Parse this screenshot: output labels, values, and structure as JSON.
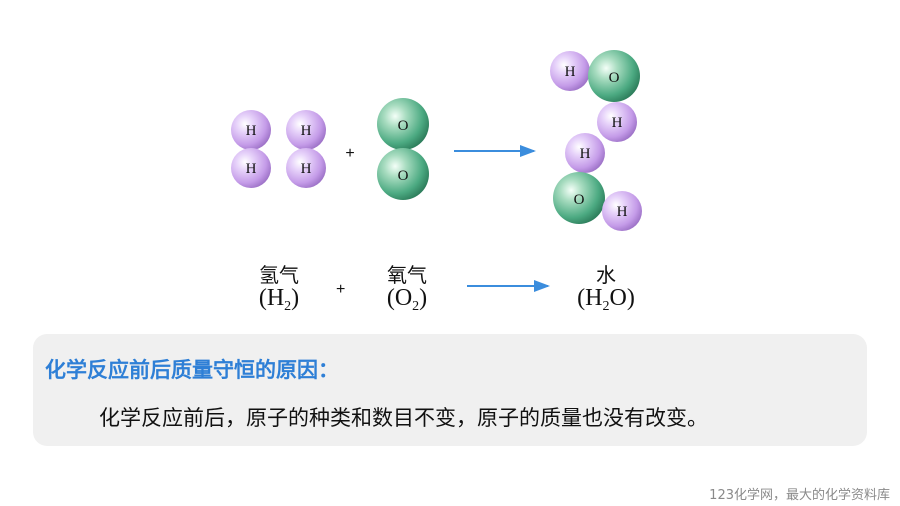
{
  "diagram": {
    "atom_labels": {
      "hydrogen": "H",
      "oxygen": "O"
    },
    "plus_sign": "+",
    "colors": {
      "hydrogen": "#c49be8",
      "oxygen": "#4caa82",
      "arrow": "#3b8ddd",
      "title": "#2e7fd6"
    }
  },
  "reaction": {
    "reactant1": {
      "name": "氢气",
      "formula_open": "(H",
      "formula_sub": "2",
      "formula_close": ")"
    },
    "plus": "+",
    "reactant2": {
      "name": "氧气",
      "formula_open": "(O",
      "formula_sub": "2",
      "formula_close": ")"
    },
    "product": {
      "name": "水",
      "formula_open": "(H",
      "formula_sub": "2",
      "formula_close": "O)"
    }
  },
  "panel": {
    "title": "化学反应前后质量守恒的原因：",
    "body": "化学反应前后，原子的种类和数目不变，原子的质量也没有改变。"
  },
  "footer": "123化学网，最大的化学资料库"
}
